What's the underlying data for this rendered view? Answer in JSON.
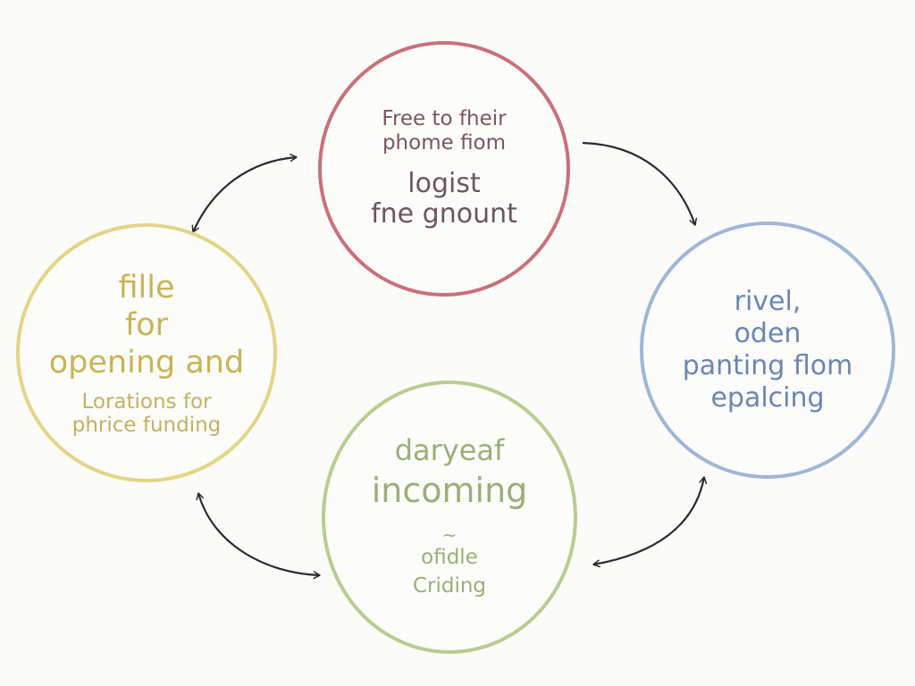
{
  "diagram": {
    "nodes": {
      "top": {
        "lines": [
          "Free to fheir",
          "phome fiom",
          "logist",
          "fne gnount"
        ],
        "color": "#c9707a"
      },
      "left": {
        "lines": [
          "fille",
          "for",
          "opening and",
          "Lorations for",
          "phrice funding"
        ],
        "color": "#e3d486"
      },
      "right": {
        "lines": [
          "rivel,",
          "oden",
          "panting flom",
          "epalcing"
        ],
        "color": "#9fb6d6"
      },
      "bottom": {
        "lines": [
          "daryeaf",
          "incoming",
          "ofidle",
          "Criding"
        ],
        "squiggle": "~",
        "color": "#b8cc90"
      }
    },
    "arrow_color": "#2b2b2b"
  }
}
